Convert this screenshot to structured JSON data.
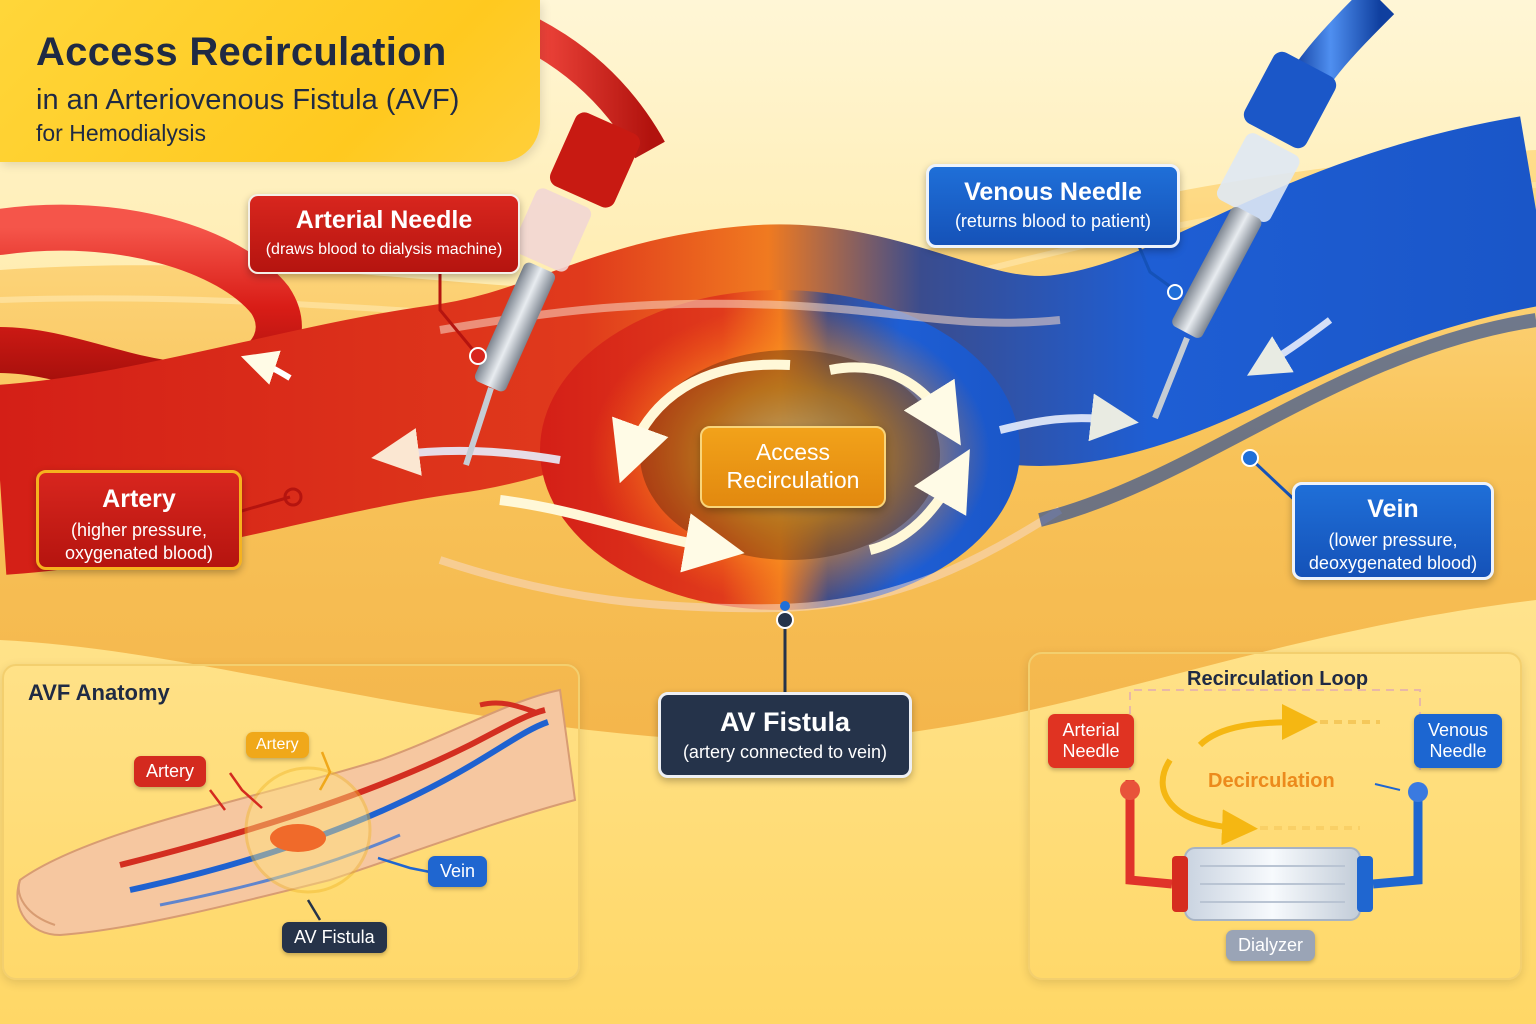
{
  "title": {
    "main": "Access Recirculation",
    "sub": "in an Arteriovenous Fistula (AVF)",
    "sub2": "for Hemodialysis"
  },
  "callouts": {
    "arterial_needle": {
      "title": "Arterial Needle",
      "desc": "(draws blood to dialysis machine)"
    },
    "venous_needle": {
      "title": "Venous Needle",
      "desc": "(returns blood to patient)"
    },
    "artery": {
      "title": "Artery",
      "desc_line1": "(higher pressure,",
      "desc_line2": "oxygenated blood)"
    },
    "vein": {
      "title": "Vein",
      "desc_line1": "(lower pressure,",
      "desc_line2": "deoxygenated blood)"
    },
    "av_fistula": {
      "title": "AV Fistula",
      "desc": "(artery connected to vein)"
    },
    "access_recirculation": {
      "line1": "Access",
      "line2": "Recirculation"
    }
  },
  "anatomy_panel": {
    "title": "AVF Anatomy",
    "labels": {
      "artery": "Artery",
      "artery_orange": "Artery",
      "vein": "Vein",
      "av_fistula": "AV Fistula"
    }
  },
  "loop_panel": {
    "title": "Recirculation Loop",
    "arterial_needle_line1": "Arterial",
    "arterial_needle_line2": "Needle",
    "venous_needle_line1": "Venous",
    "venous_needle_line2": "Needle",
    "center_label": "Decirculation",
    "dialyzer": "Dialyzer"
  },
  "colors": {
    "artery_red": "#d8261e",
    "vein_blue": "#1f6fd8",
    "recirculation_orange": "#f2a21a",
    "fistula_dark": "#25334a",
    "background_yellow": "#fde8a0"
  },
  "icons": [
    "needle-icon",
    "arrow-icon",
    "forearm-icon",
    "dialyzer-icon"
  ]
}
